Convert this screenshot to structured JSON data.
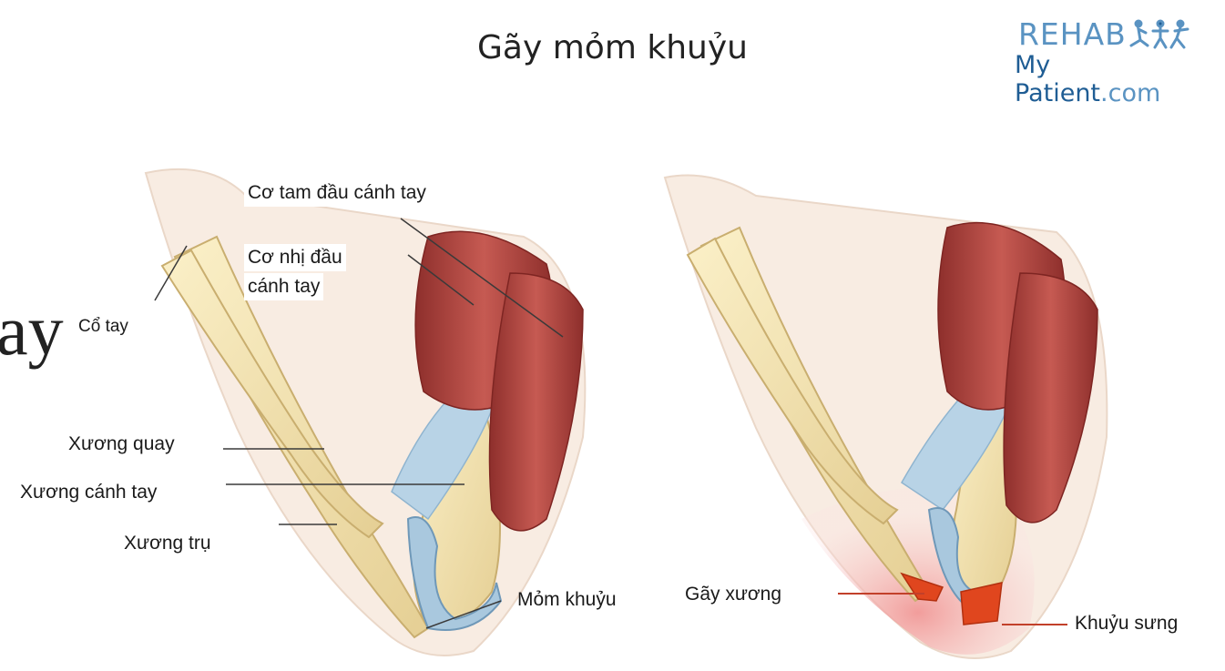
{
  "title": "Gãy mỏm khuỷu",
  "logo": {
    "line1": "REHAB",
    "line2_main": "My Patient",
    "line2_domain": ".com",
    "figures_icon": "exercise-figures-icon"
  },
  "background_text": "ay",
  "labels": {
    "triceps": "Cơ tam đầu cánh tay",
    "biceps_line1": "Cơ nhị đầu",
    "biceps_line2": "cánh tay",
    "wrist": "Cổ tay",
    "radius": "Xương quay",
    "humerus": "Xương cánh tay",
    "ulna": "Xương trụ",
    "olecranon": "Mỏm khuỷu",
    "fracture": "Gãy xương",
    "swollen_elbow": "Khuỷu sưng"
  },
  "colors": {
    "bone": "#f2e2b0",
    "muscle": "#b4443f",
    "tendon": "#b8d3e6",
    "skin": "#f7eadf",
    "swelling": "#f4b9b9",
    "fracture": "#e0461e"
  }
}
